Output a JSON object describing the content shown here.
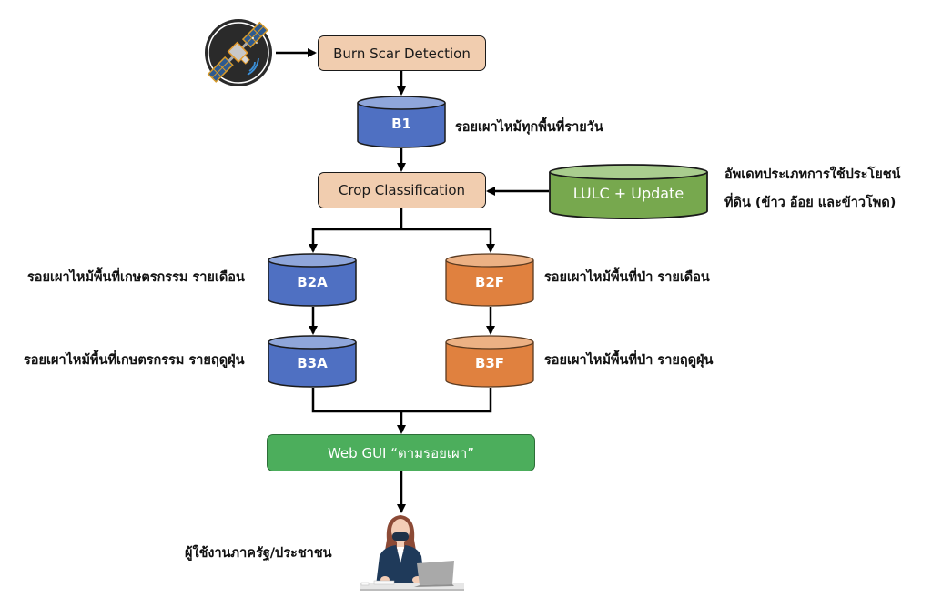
{
  "diagram": {
    "nodes": {
      "satellite": {
        "icon": "satellite-icon"
      },
      "burn_scar_detection": {
        "label": "Burn Scar Detection",
        "color": "#f1cdaf"
      },
      "b1": {
        "label": "B1",
        "note": "รอยเผาไหม้ทุกพื้นที่รายวัน",
        "color": "#4f70c2"
      },
      "crop_classification": {
        "label": "Crop Classification",
        "color": "#f1cdaf"
      },
      "lulc": {
        "label": "LULC + Update",
        "note_line1": "อัพเดทประเภทการใช้ประโยชน์",
        "note_line2": "ที่ดิน (ข้าว อ้อย และข้าวโพด)",
        "color": "#77a84e"
      },
      "b2a": {
        "label": "B2A",
        "note": "รอยเผาไหม้พื้นที่เกษตรกรรม รายเดือน",
        "color": "#4f70c2"
      },
      "b2f": {
        "label": "B2F",
        "note": "รอยเผาไหม้พื้นที่ป่า รายเดือน",
        "color": "#e0813f"
      },
      "b3a": {
        "label": "B3A",
        "note": "รอยเผาไหม้พื้นที่เกษตรกรรม รายฤดูฝุ่น",
        "color": "#4f70c2"
      },
      "b3f": {
        "label": "B3F",
        "note": "รอยเผาไหม้พื้นที่ป่า รายฤดูฝุ่น",
        "color": "#e0813f"
      },
      "web_gui": {
        "label": "Web GUI “ตามรอยเผา”",
        "color": "#4cae5c"
      },
      "user": {
        "icon": "user-at-laptop-icon",
        "note": "ผู้ใช้งานภาครัฐ/ประชาชน"
      }
    },
    "edges": [
      {
        "from": "satellite",
        "to": "burn_scar_detection"
      },
      {
        "from": "burn_scar_detection",
        "to": "b1"
      },
      {
        "from": "b1",
        "to": "crop_classification"
      },
      {
        "from": "lulc",
        "to": "crop_classification"
      },
      {
        "from": "crop_classification",
        "to": "b2a"
      },
      {
        "from": "crop_classification",
        "to": "b2f"
      },
      {
        "from": "b2a",
        "to": "b3a"
      },
      {
        "from": "b2f",
        "to": "b3f"
      },
      {
        "from": "b3a",
        "to": "web_gui"
      },
      {
        "from": "b3f",
        "to": "web_gui"
      },
      {
        "from": "web_gui",
        "to": "user"
      }
    ]
  }
}
